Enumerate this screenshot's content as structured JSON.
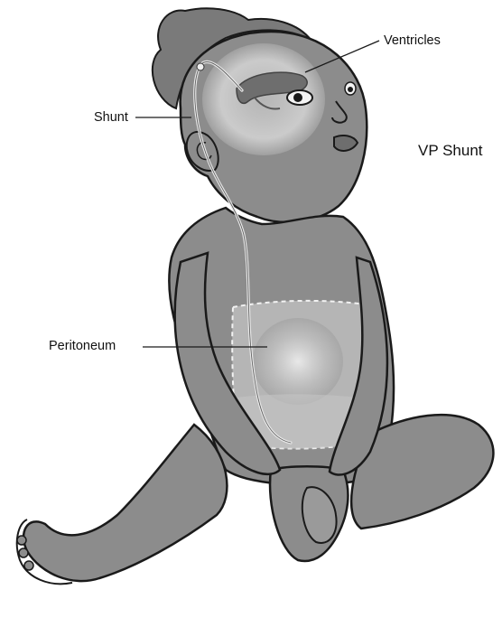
{
  "labels": {
    "ventricles": "Ventricles",
    "shunt": "Shunt",
    "peritoneum": "Peritoneum",
    "title": "VP Shunt"
  },
  "colors": {
    "body_fill": "#8c8c8c",
    "outline": "#1a1a1a",
    "brain_glow": "#cfcfcf",
    "abdomen_glow": "#d9d9d9",
    "shunt_tube": "#e6e6e6",
    "dashed_region": "#f2f2f2"
  }
}
